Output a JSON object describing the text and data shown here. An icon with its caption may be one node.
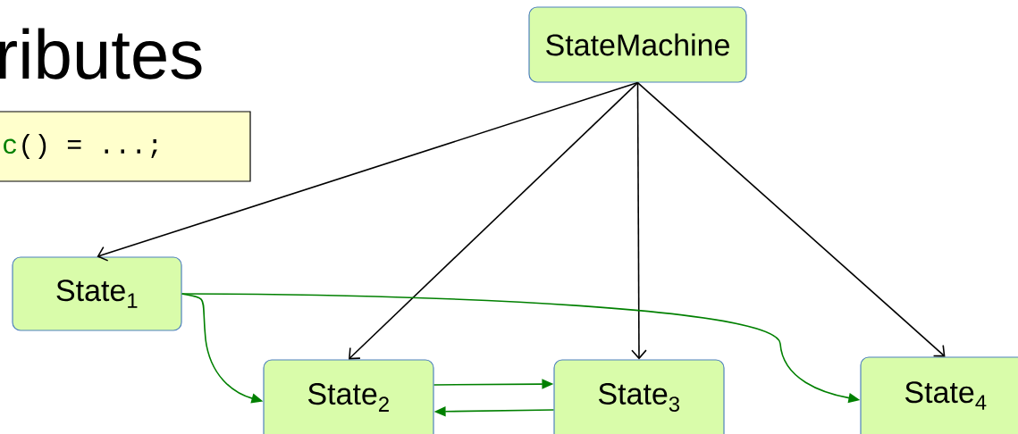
{
  "diagram": {
    "title": "ributes",
    "nodes": [
      {
        "text": [
          "StateMachine"
        ]
      },
      {
        "text": [
          "c",
          "() = ...;"
        ]
      },
      {
        "text": [
          "State$_{1}$"
        ]
      },
      {
        "text": [
          "State$_{2}$"
        ]
      },
      {
        "text": [
          "State$_{3}$"
        ]
      },
      {
        "text": [
          "State$_{4}$"
        ]
      }
    ],
    "edges": [
      {
        "from": 0,
        "to": 2,
        "arrow": "to",
        "color": "#000000"
      },
      {
        "from": 0,
        "to": 3,
        "arrow": "to",
        "color": "#000000"
      },
      {
        "from": 0,
        "to": 4,
        "arrow": "to",
        "color": "#000000"
      },
      {
        "from": 0,
        "to": 5,
        "arrow": "to",
        "color": "#000000"
      },
      {
        "from": 2,
        "to": 3,
        "arrow": "to",
        "color": "#008000"
      },
      {
        "from": 2,
        "to": 5,
        "arrow": "to",
        "color": "#008000"
      },
      {
        "from": 3,
        "to": 4,
        "arrow": "to",
        "color": "#008000"
      },
      {
        "from": 4,
        "to": 3,
        "arrow": "to",
        "color": "#008000"
      }
    ]
  }
}
